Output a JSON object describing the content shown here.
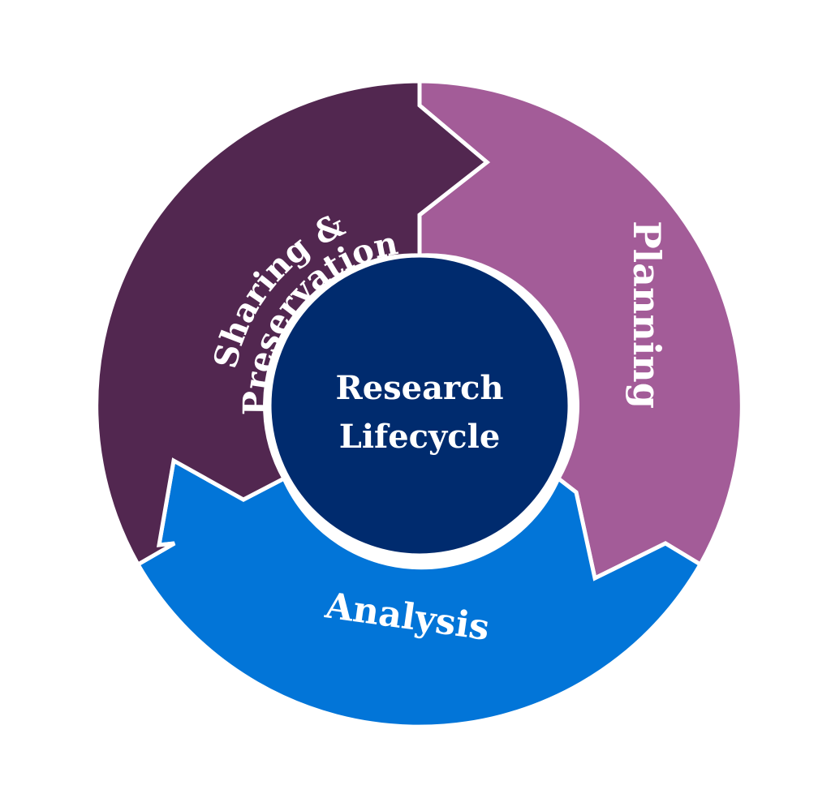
{
  "center": {
    "line1": "Research",
    "line2": "Lifecycle",
    "color": "#002B6E"
  },
  "segments": [
    {
      "id": "planning",
      "label": "Planning",
      "color": "#A35C98"
    },
    {
      "id": "analysis",
      "label": "Analysis",
      "color": "#0275D8"
    },
    {
      "id": "sharing",
      "label_line1": "Sharing &",
      "label_line2": "Preservation",
      "color": "#522750"
    }
  ]
}
